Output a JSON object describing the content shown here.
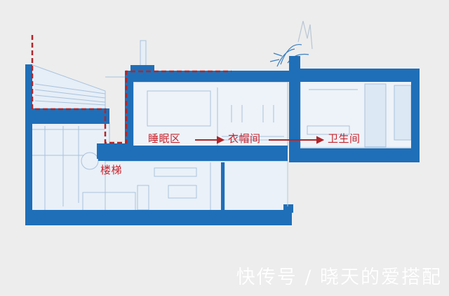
{
  "diagram": {
    "type": "architectural-section",
    "colors": {
      "background": "#ededed",
      "structure": "#1f6fb8",
      "interior": "#e6eef7",
      "line": "#a9c2dc",
      "path": "#b0262b",
      "label": "#c8232c"
    },
    "labels": {
      "sleeping_area": "睡眠区",
      "cloakroom": "衣帽间",
      "bathroom": "卫生间",
      "stairs": "楼梯"
    },
    "flow": [
      "睡眠区",
      "衣帽间",
      "卫生间"
    ],
    "watermark": "快传号 / 晓天的爱搭配"
  }
}
